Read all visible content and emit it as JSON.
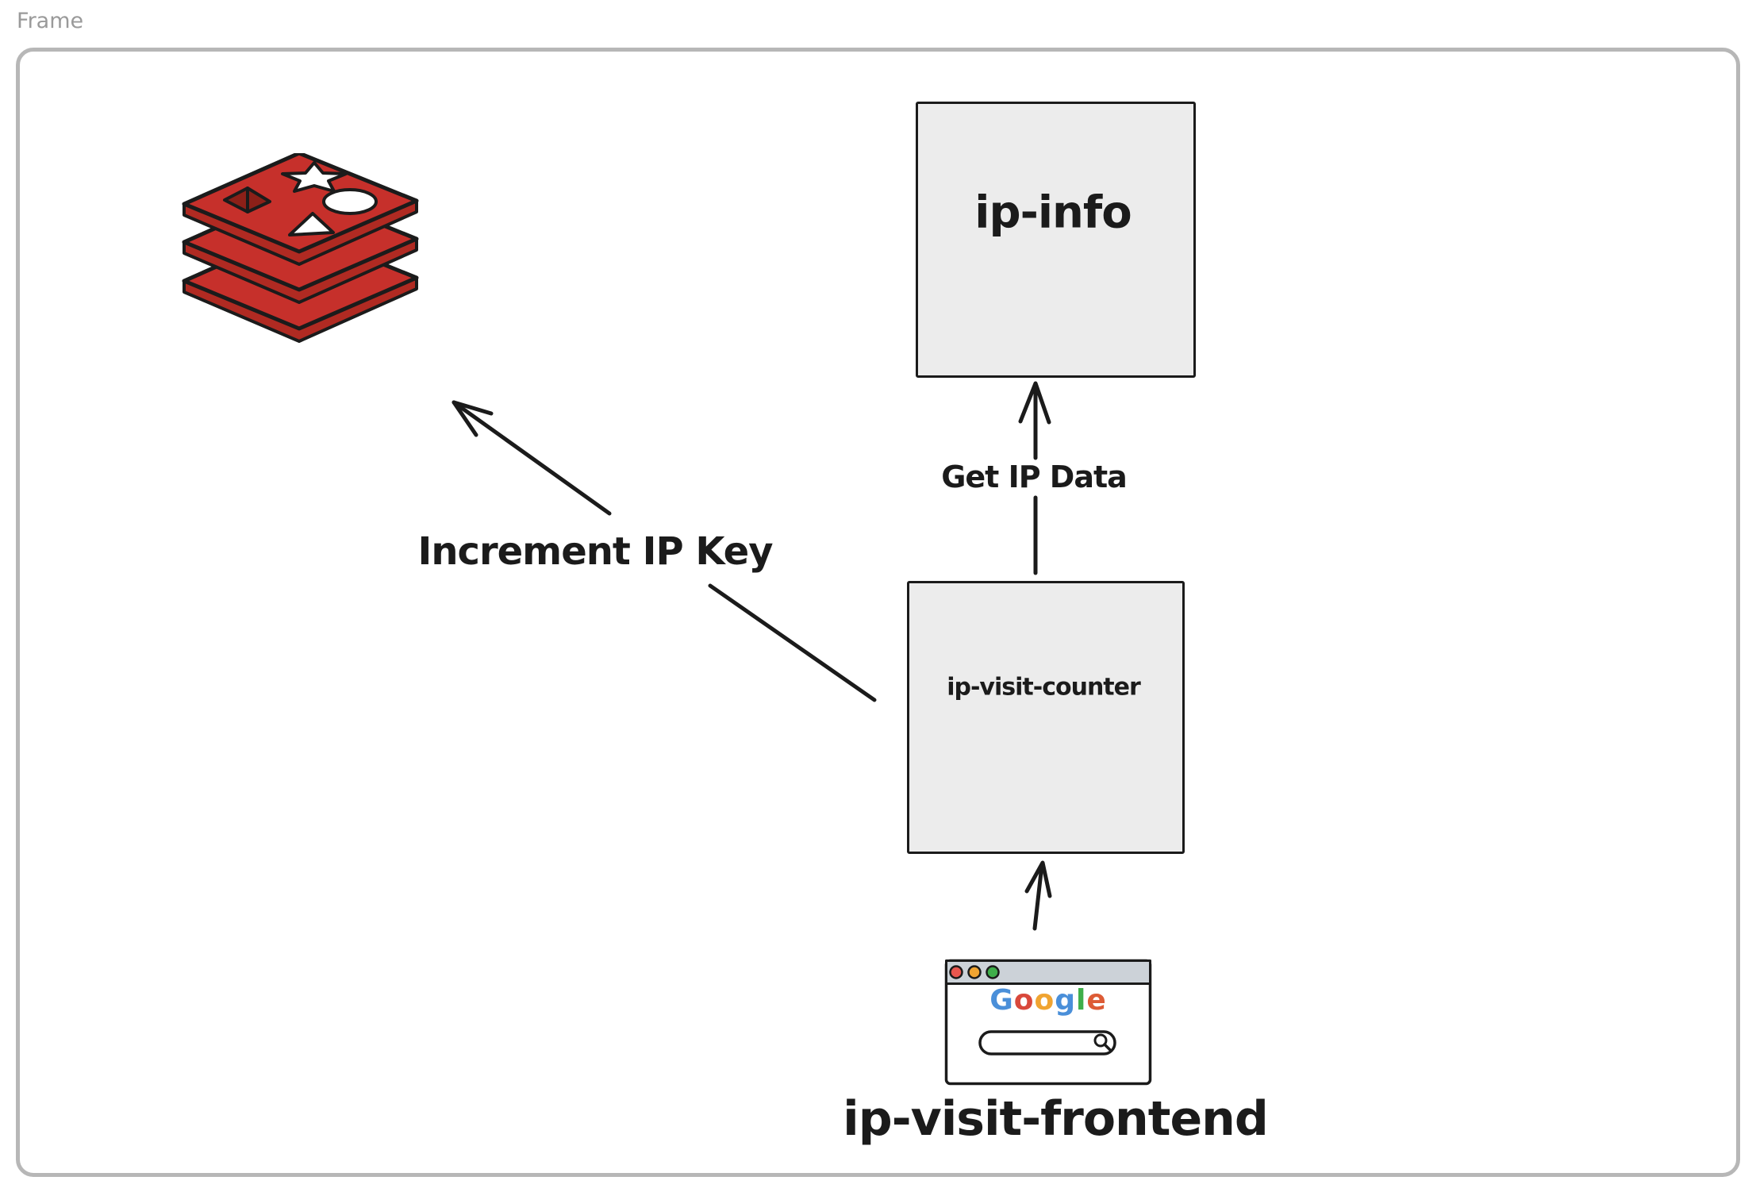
{
  "frame": {
    "label": "Frame"
  },
  "nodes": [
    {
      "id": "ip-info",
      "label": "ip-info"
    },
    {
      "id": "ip-visit-counter",
      "label": "ip-visit-counter"
    },
    {
      "id": "ip-visit-frontend",
      "label": "ip-visit-frontend"
    }
  ],
  "edges": [
    {
      "id": "get-ip-data",
      "from": "ip-visit-counter",
      "to": "ip-info",
      "label": "Get IP Data"
    },
    {
      "id": "increment-ip-key",
      "from": "ip-visit-counter",
      "to": "redis",
      "label": "Increment IP Key"
    },
    {
      "id": "frontend-to-counter",
      "from": "ip-visit-frontend",
      "to": "ip-visit-counter",
      "label": ""
    }
  ],
  "browser": {
    "google_letters": [
      {
        "char": "G",
        "color": "#4a8fd9"
      },
      {
        "char": "o",
        "color": "#d9483b"
      },
      {
        "char": "o",
        "color": "#f0a431"
      },
      {
        "char": "g",
        "color": "#4a8fd9"
      },
      {
        "char": "l",
        "color": "#3fae4a"
      },
      {
        "char": "e",
        "color": "#dd5b35"
      }
    ]
  },
  "icons": {
    "redis_icon": "redis-database-stack",
    "browser_icon": "browser-window",
    "search_icon": "magnifier",
    "traffic_dots": [
      "red-dot",
      "yellow-dot",
      "green-dot"
    ]
  },
  "colors": {
    "ink": "#1b1b1b",
    "node_fill": "#ececec",
    "frame_border": "#b7b7b7",
    "frame_label": "#9a9a9a",
    "redis_red": "#c6302b",
    "redis_band": "#b02a22",
    "redis_square_dark": "#8c2018",
    "shape_white": "#ffffff",
    "titlebar_gray": "#ccd2d8",
    "dot_red": "#e8564e",
    "dot_yellow": "#f0a431",
    "dot_green": "#3fae4a"
  }
}
